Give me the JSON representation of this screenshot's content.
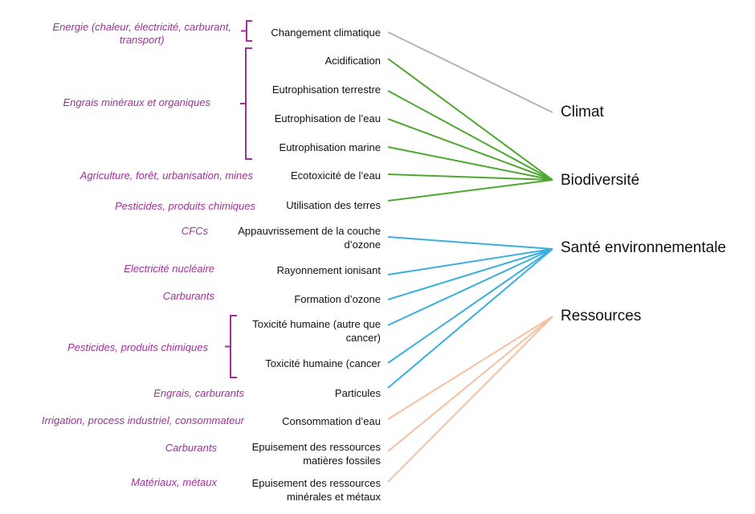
{
  "colors": {
    "source_text": "#a0309a",
    "bracket": "#a0309a",
    "climat": "#b4b4b4",
    "biodiversite": "#4ea72e",
    "sante": "#3aaee0",
    "ressources": "#f4c0a2"
  },
  "sources": [
    {
      "id": "energie",
      "lines": [
        "Energie (chaleur, électricité, carburant,",
        "transport)"
      ]
    },
    {
      "id": "engrais",
      "lines": [
        "Engrais minéraux et organiques"
      ]
    },
    {
      "id": "agriculture",
      "lines": [
        "Agriculture, forêt, urbanisation, mines"
      ]
    },
    {
      "id": "pesticides1",
      "lines": [
        "Pesticides, produits chimiques"
      ]
    },
    {
      "id": "cfcs",
      "lines": [
        "CFCs"
      ]
    },
    {
      "id": "nucleaire",
      "lines": [
        "Electricité nucléaire"
      ]
    },
    {
      "id": "carburants1",
      "lines": [
        "Carburants"
      ]
    },
    {
      "id": "pesticides2",
      "lines": [
        "Pesticides, produits chimiques"
      ]
    },
    {
      "id": "engrais-carburants",
      "lines": [
        "Engrais, carburants"
      ]
    },
    {
      "id": "irrigation",
      "lines": [
        "Irrigation, process industriel, consommateur"
      ]
    },
    {
      "id": "carburants2",
      "lines": [
        "Carburants"
      ]
    },
    {
      "id": "materiaux",
      "lines": [
        "Matériaux, métaux"
      ]
    }
  ],
  "impacts": [
    {
      "lines": [
        "Changement climatique"
      ],
      "category": "climat"
    },
    {
      "lines": [
        "Acidification"
      ],
      "category": "biodiversite"
    },
    {
      "lines": [
        "Eutrophisation terrestre"
      ],
      "category": "biodiversite"
    },
    {
      "lines": [
        "Eutrophisation de l’eau"
      ],
      "category": "biodiversite"
    },
    {
      "lines": [
        "Eutrophisation marine"
      ],
      "category": "biodiversite"
    },
    {
      "lines": [
        "Ecotoxicité de l’eau"
      ],
      "category": "biodiversite"
    },
    {
      "lines": [
        "Utilisation des terres"
      ],
      "category": "biodiversite"
    },
    {
      "lines": [
        "Appauvrissement de la couche",
        "d’ozone"
      ],
      "category": "sante"
    },
    {
      "lines": [
        "Rayonnement ionisant"
      ],
      "category": "sante"
    },
    {
      "lines": [
        "Formation d’ozone"
      ],
      "category": "sante"
    },
    {
      "lines": [
        "Toxicité humaine (autre que",
        "cancer)"
      ],
      "category": "sante"
    },
    {
      "lines": [
        "Toxicité humaine (cancer"
      ],
      "category": "sante"
    },
    {
      "lines": [
        "Particules"
      ],
      "category": "sante"
    },
    {
      "lines": [
        "Consommation d’eau"
      ],
      "category": "ressources"
    },
    {
      "lines": [
        "Epuisement des ressources",
        "matières fossiles"
      ],
      "category": "ressources"
    },
    {
      "lines": [
        "Epuisement des ressources",
        "minérales et métaux"
      ],
      "category": "ressources"
    }
  ],
  "categories": {
    "climat": "Climat",
    "biodiversite": "Biodiversité",
    "sante": "Santé environnementale",
    "ressources": "Ressources"
  }
}
